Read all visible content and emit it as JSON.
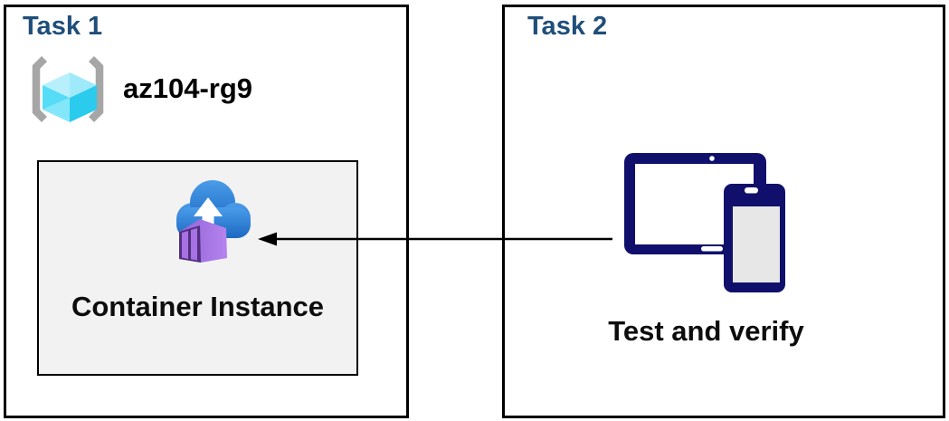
{
  "task1": {
    "title": "Task 1",
    "resource_group": {
      "name": "az104-rg9"
    },
    "container": {
      "label": "Container Instance"
    }
  },
  "task2": {
    "title": "Task 2",
    "label": "Test and verify"
  },
  "icons": {
    "resource_group": "resource-group-icon",
    "container_instance": "container-instance-icon",
    "devices": "devices-icon",
    "connector": "arrow-left-icon"
  },
  "colors": {
    "task_title_blue": "#1F4E79",
    "panel_border": "#000000",
    "container_box_bg": "#F2F2F2",
    "device_navy": "#10106C",
    "cloud_blue_top": "#4B9CEA",
    "cloud_blue_bottom": "#1B69C2",
    "container_purple_side": "#A274E6",
    "container_purple_front": "#53307F",
    "cube_cyan": "#50E6FF",
    "bracket_gray": "#A6A6A6",
    "text_black": "#000000",
    "arrow_black": "#000000"
  }
}
